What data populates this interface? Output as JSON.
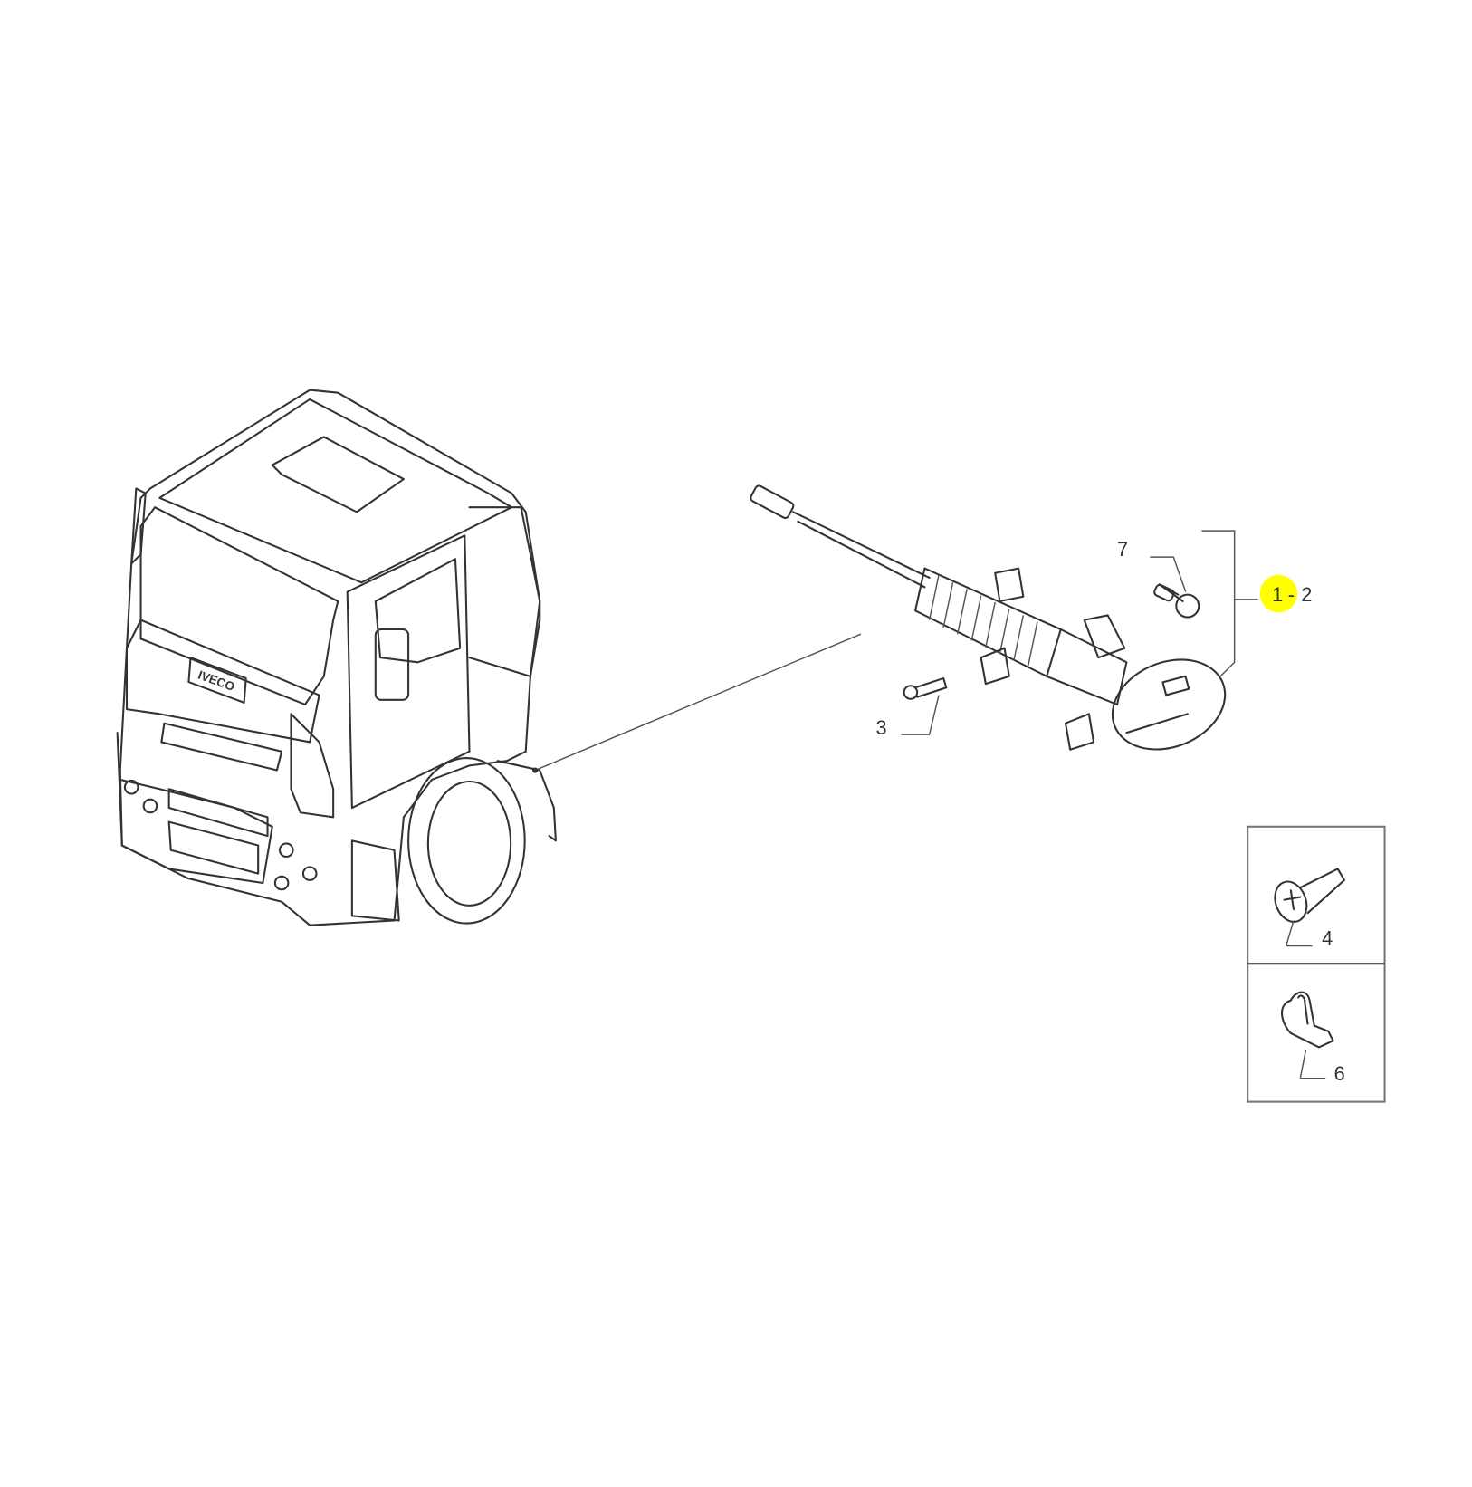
{
  "diagram": {
    "callouts": {
      "item1": "1",
      "separator": "-",
      "item2": "2",
      "item3": "3",
      "item4": "4",
      "item6": "6",
      "item7": "7"
    },
    "truck_logo_text": "IVECO",
    "highlight_color": "#ffff00"
  }
}
